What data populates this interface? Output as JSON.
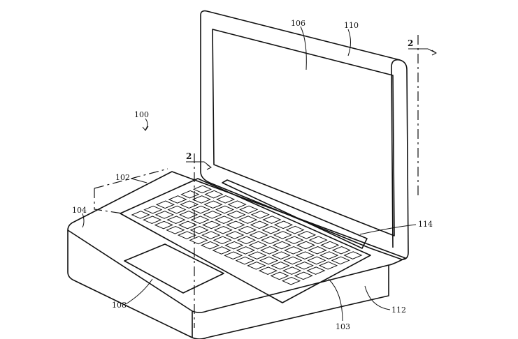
{
  "figure": {
    "labels": {
      "device": "100",
      "display_region": "102",
      "palm_rest": "104",
      "display": "106",
      "trackpad": "108",
      "lid_housing": "110",
      "base_housing": "112",
      "hinge": "114",
      "keyboard": "103",
      "section_top": "2",
      "section_right": "2"
    },
    "keyboard": {
      "rows": 6,
      "columns": 14
    }
  }
}
